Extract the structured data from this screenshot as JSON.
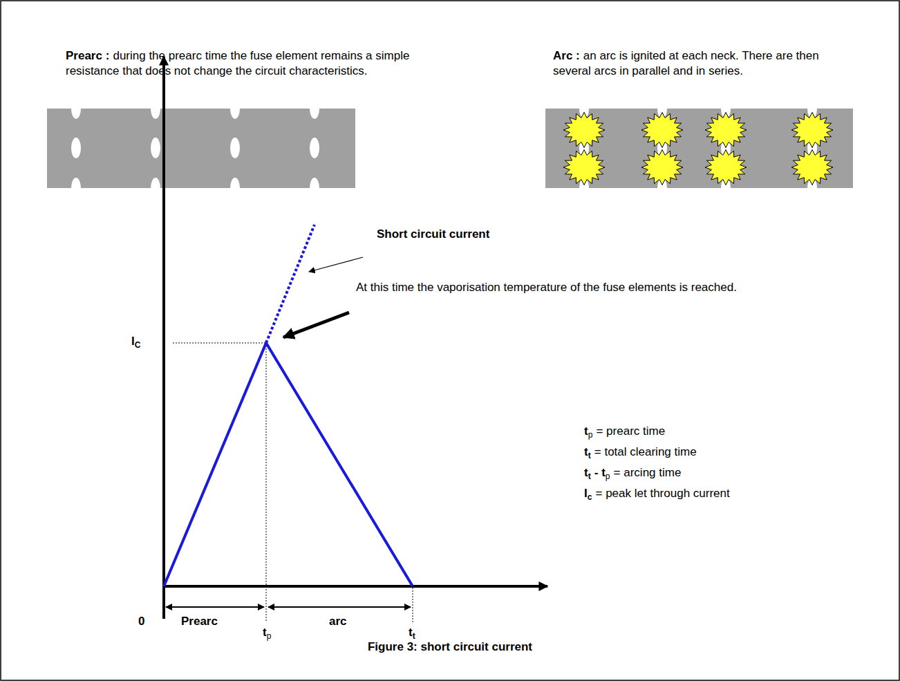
{
  "diagram": {
    "caption": "Figure 3: short circuit current",
    "labels": [
      "Prearc :",
      "during the prearc time the fuse element remains a simple resistance that does not change the circuit characteristics.",
      "Arc :",
      "an arc is ignited at each neck. There are then several arcs in parallel and in series.",
      "Short circuit current",
      "At this time the vaporisation temperature of the fuse elements is reached.",
      "I",
      "C",
      "0",
      "Prearc",
      "arc",
      "t",
      "p",
      "t",
      "t",
      "t",
      "p",
      "= prearc time",
      "t",
      "t",
      "= total clearing time",
      "t",
      "t",
      "- t",
      "p",
      "= arcing time",
      "I",
      "c",
      "= peak let through current"
    ]
  }
}
